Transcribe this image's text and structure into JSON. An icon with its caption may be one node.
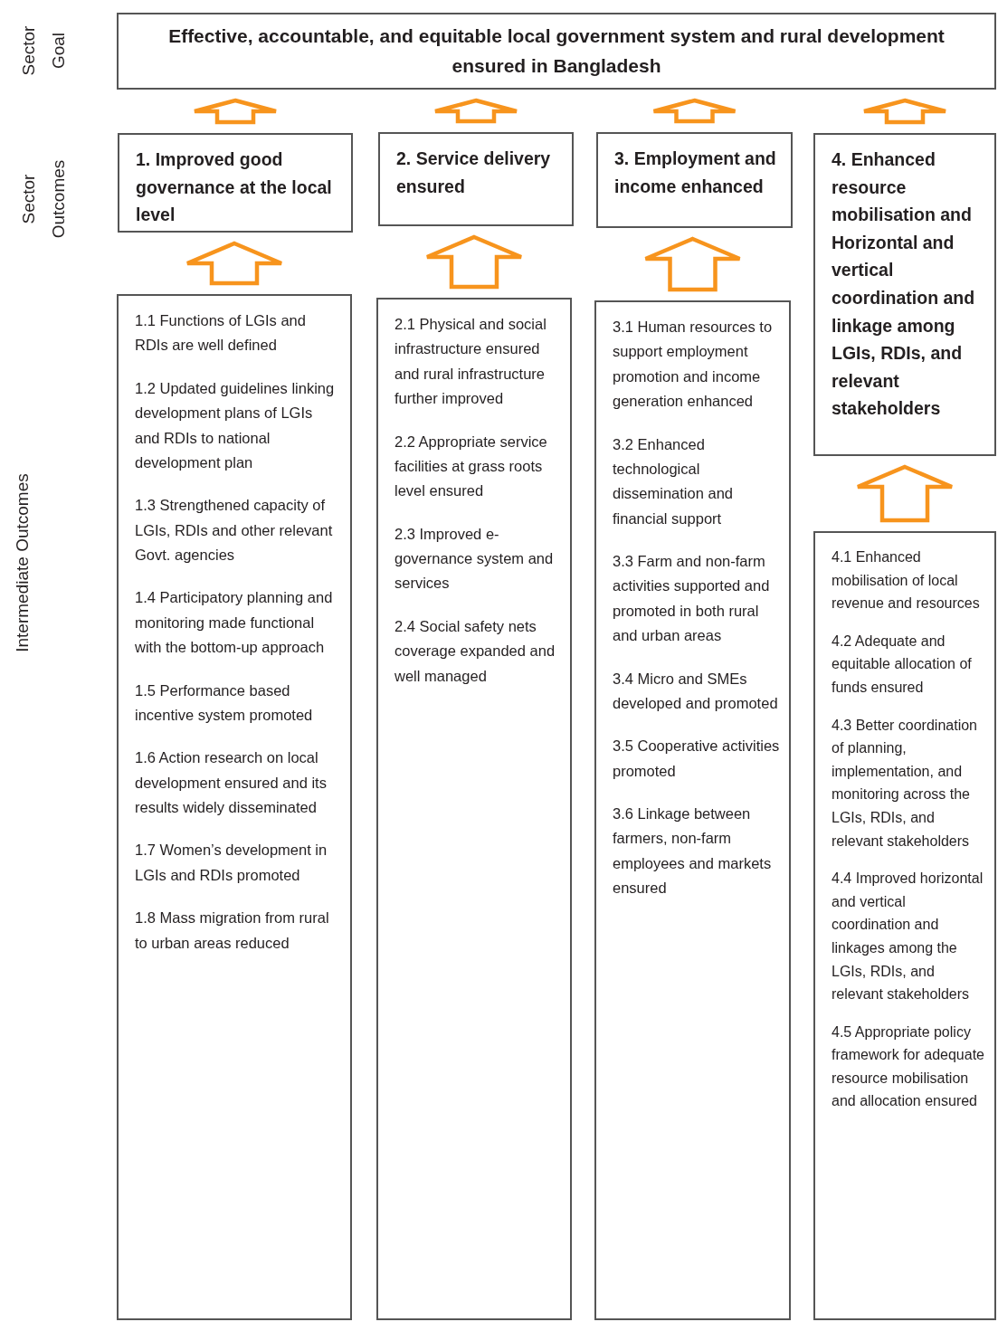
{
  "diagram": {
    "nodes": [
      {
        "text": [
          "Effective, accountable, and equitable local government system and rural development ensured in Bangladesh"
        ]
      },
      {
        "text": [
          "1. Improved good governance at the local level"
        ]
      },
      {
        "text": [
          "2. Service delivery ensured"
        ]
      },
      {
        "text": [
          "3. Employment and income enhanced"
        ]
      },
      {
        "text": [
          "4. Enhanced resource mobilisation and Horizontal and vertical coordination and linkage among LGIs, RDIs, and relevant stakeholders"
        ]
      },
      {
        "text": [
          "1.1 Functions of LGIs and RDIs are well defined",
          "1.2 Updated guidelines linking development plans of LGIs and RDIs to national development plan",
          "1.3 Strengthened capacity of LGIs, RDIs and other relevant Govt. agencies",
          "1.4 Participatory planning and monitoring made functional with the bottom-up approach",
          "1.5 Performance based incentive system promoted",
          "1.6 Action research on local development ensured and its results widely disseminated",
          "1.7 Women’s development in LGIs and RDIs promoted",
          "1.8 Mass migration from rural to urban areas reduced"
        ]
      },
      {
        "text": [
          "2.1 Physical and social infrastructure ensured and rural infrastructure further improved",
          "2.2 Appropriate service facilities at grass roots level ensured",
          "2.3 Improved e-governance system and services",
          "2.4 Social safety nets coverage expanded and well managed"
        ]
      },
      {
        "text": [
          "3.1 Human resources to support employment promotion and income generation enhanced",
          "3.2 Enhanced technological dissemination and financial support",
          "3.3 Farm and non-farm activities supported and promoted in both rural and urban areas",
          "3.4 Micro and SMEs developed and promoted",
          "3.5 Cooperative activities promoted",
          "3.6 Linkage between farmers, non-farm employees and markets ensured"
        ]
      },
      {
        "text": [
          "4.1 Enhanced mobilisation of local revenue and resources",
          "4.2 Adequate and equitable allocation of funds ensured",
          "4.3 Better coordination of planning, implementation, and monitoring across the LGIs, RDIs, and relevant stakeholders",
          "4.4 Improved horizontal and vertical coordination and linkages among the LGIs, RDIs, and relevant stakeholders",
          "4.5 Appropriate policy framework for adequate resource mobilisation and allocation ensured"
        ]
      }
    ],
    "edges": [
      {
        "from": 1,
        "to": 0,
        "arrow": "to"
      },
      {
        "from": 2,
        "to": 0,
        "arrow": "to"
      },
      {
        "from": 3,
        "to": 0,
        "arrow": "to"
      },
      {
        "from": 4,
        "to": 0,
        "arrow": "to"
      },
      {
        "from": 5,
        "to": 1,
        "arrow": "to"
      },
      {
        "from": 6,
        "to": 2,
        "arrow": "to"
      },
      {
        "from": 7,
        "to": 3,
        "arrow": "to"
      },
      {
        "from": 8,
        "to": 4,
        "arrow": "to"
      }
    ],
    "labels": [
      "Sector Goal",
      "Sector Outcomes",
      "Intermediate Outcomes"
    ]
  }
}
